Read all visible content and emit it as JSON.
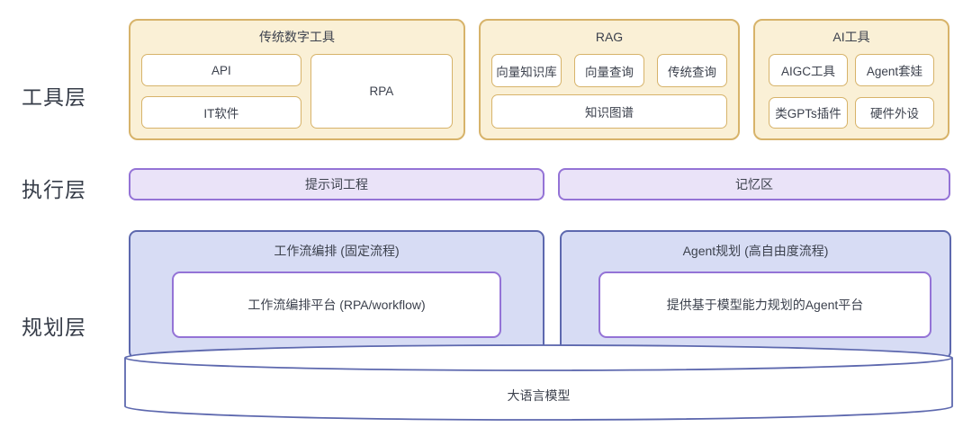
{
  "layers": [
    {
      "label": "工具层"
    },
    {
      "label": "执行层"
    },
    {
      "label": "规划层"
    }
  ],
  "tool_layer": {
    "groups": [
      {
        "title": "传统数字工具",
        "items": [
          "API",
          "IT软件",
          "RPA"
        ]
      },
      {
        "title": "RAG",
        "items": [
          "向量知识库",
          "向量查询",
          "传统查询",
          "知识图谱"
        ]
      },
      {
        "title": "AI工具",
        "items": [
          "AIGC工具",
          "Agent套娃",
          "类GPTs插件",
          "硬件外设"
        ]
      }
    ]
  },
  "execution_layer": {
    "items": [
      "提示词工程",
      "记忆区"
    ]
  },
  "planning_layer": {
    "panels": [
      {
        "title": "工作流编排 (固定流程)",
        "content": "工作流编排平台 (RPA/workflow)"
      },
      {
        "title": "Agent规划 (高自由度流程)",
        "content": "提供基于模型能力规划的Agent平台"
      }
    ],
    "model_label": "大语言模型"
  },
  "colors": {
    "tool_fill": "#FAF0D6",
    "tool_border": "#D7B36A",
    "exec_fill": "#EAE3F8",
    "exec_border": "#9473D6",
    "panel_fill": "#D7DCF4",
    "panel_border": "#5D68AE",
    "inner_border": "#9473D6",
    "cylinder_stroke": "#5D68AE",
    "text": "#3C414D"
  }
}
